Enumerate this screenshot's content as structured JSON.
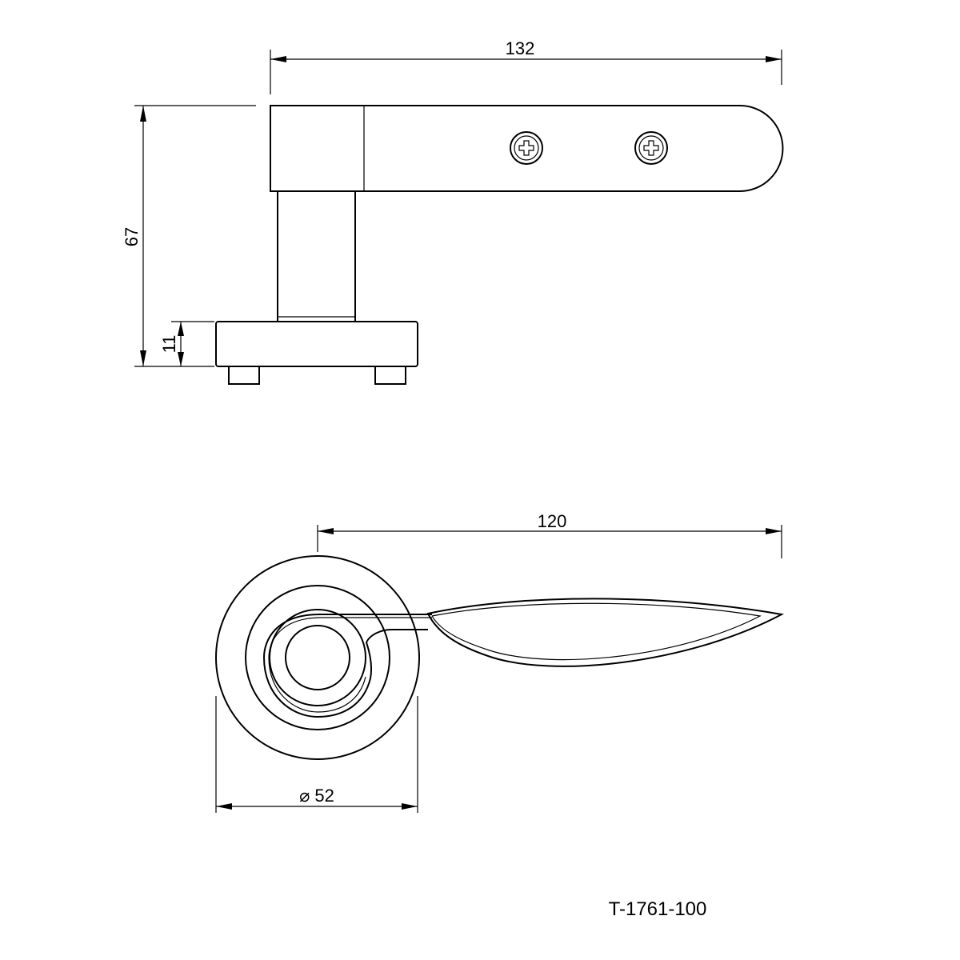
{
  "side_view": {
    "dim_length": "132",
    "dim_height": "67",
    "dim_rose_thickness": "11"
  },
  "top_view": {
    "dim_length": "120",
    "dim_rose_diameter": "⌀ 52"
  },
  "part_number": "T-1761-100"
}
